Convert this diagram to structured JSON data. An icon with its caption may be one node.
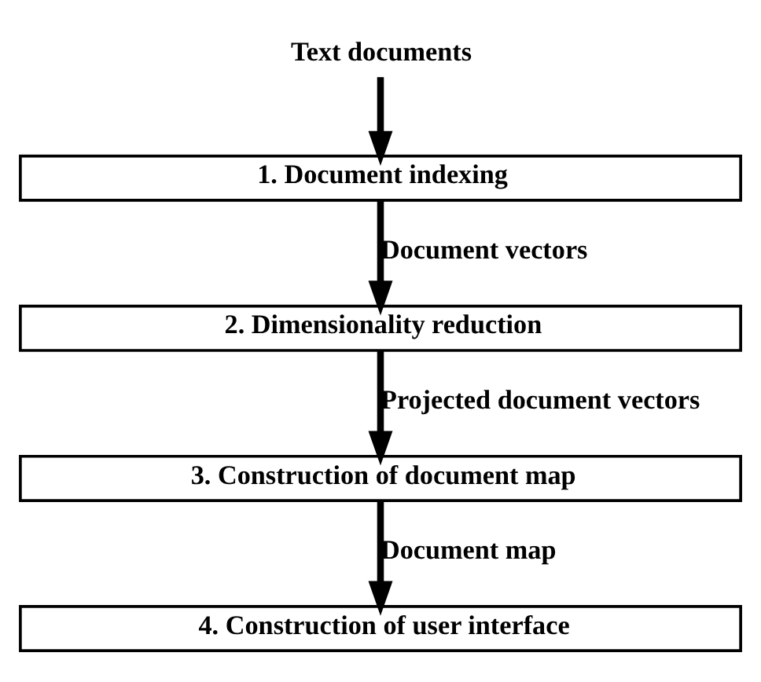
{
  "diagram": {
    "nodes": [
      {
        "text": [
          "Text documents"
        ]
      },
      {
        "text": [
          "1. Document indexing"
        ]
      },
      {
        "text": [
          "2. Dimensionality reduction"
        ]
      },
      {
        "text": [
          "3. Construction of document map"
        ]
      },
      {
        "text": [
          "4. Construction of user interface"
        ]
      }
    ],
    "edges": [
      {
        "from": 0,
        "to": 1,
        "arrow": "to"
      },
      {
        "from": 1,
        "to": 2,
        "arrow": "to",
        "label": "Document vectors"
      },
      {
        "from": 2,
        "to": 3,
        "arrow": "to",
        "label": "Projected document vectors"
      },
      {
        "from": 3,
        "to": 4,
        "arrow": "to",
        "label": "Document map"
      }
    ]
  }
}
